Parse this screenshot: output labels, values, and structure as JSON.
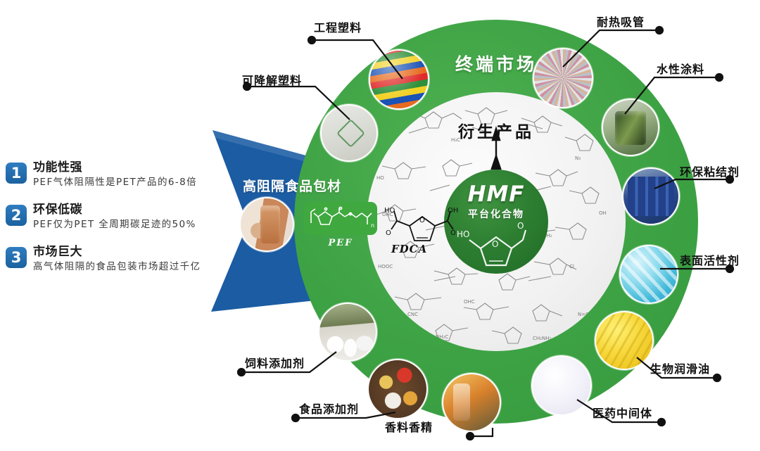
{
  "features": [
    {
      "num": "1",
      "title": "功能性强",
      "desc": "PEF气体阻隔性是PET产品的6-8倍"
    },
    {
      "num": "2",
      "title": "环保低碳",
      "desc": "PEF仅为PET 全周期碳足迹的50%"
    },
    {
      "num": "3",
      "title": "市场巨大",
      "desc": "高气体阻隔的食品包装市场超过千亿"
    }
  ],
  "wedge": {
    "title": "高阻隔食品包材",
    "polymer_label": "PEF",
    "photo_name": "food-packaging-pouch"
  },
  "circle": {
    "outer_ring_label": "终端市场",
    "inner_ring_label": "衍生产品",
    "core_en": "HMF",
    "core_cn": "平台化合物",
    "fdca_label": "FDCA"
  },
  "callouts": [
    {
      "id": "engineering-plastics",
      "label": "工程塑料",
      "photo": "colored-plastic-pellets"
    },
    {
      "id": "degradable-plastics",
      "label": "可降解塑料",
      "photo": "biodegradable-bag"
    },
    {
      "id": "heat-resistant-straw",
      "label": "耐热吸管",
      "photo": "paper-straws"
    },
    {
      "id": "waterborne-coating",
      "label": "水性涂料",
      "photo": "paint-can"
    },
    {
      "id": "eco-adhesive",
      "label": "环保粘结剂",
      "photo": "blue-chemical-drums"
    },
    {
      "id": "surfactant",
      "label": "表面活性剂",
      "photo": "blue-crystals"
    },
    {
      "id": "bio-lubricant",
      "label": "生物润滑油",
      "photo": "yellow-grease"
    },
    {
      "id": "pharma-intermediate",
      "label": "医药中间体",
      "photo": "white-powder"
    },
    {
      "id": "flavor-fragrance",
      "label": "香料香精",
      "photo": "fragrance-bottle"
    },
    {
      "id": "food-additive",
      "label": "食品添加剂",
      "photo": "spices-in-spoons"
    },
    {
      "id": "feed-additive",
      "label": "饲料添加剂",
      "photo": "chicken-farm"
    }
  ],
  "colors": {
    "green": "#3da244",
    "dark_green": "#257a2c",
    "blue": "#1b5ca3",
    "badge_blue": "#2f7cc0",
    "gray_disc": "#f1f1f1",
    "text_dark": "#111111"
  }
}
